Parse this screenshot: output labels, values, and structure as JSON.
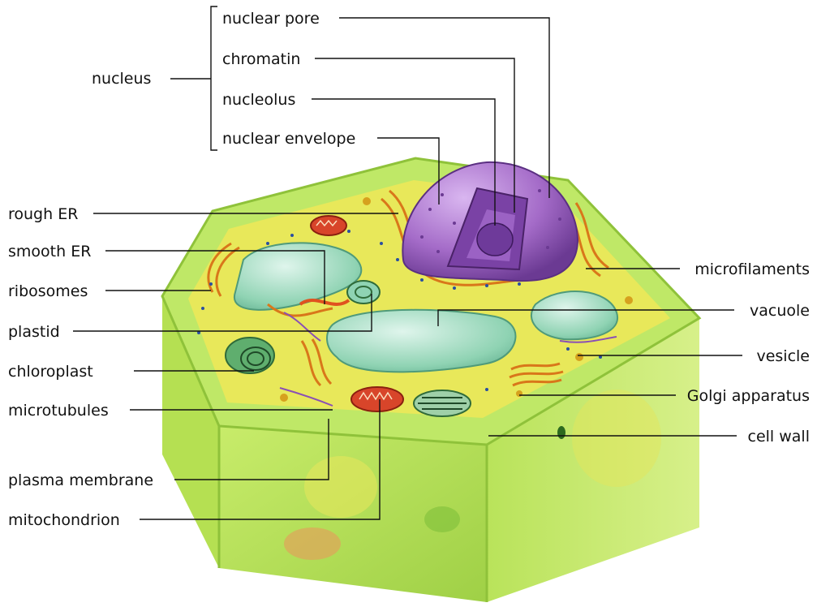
{
  "labels": {
    "nucleus": "nucleus",
    "nuclear_pore": "nuclear pore",
    "chromatin": "chromatin",
    "nucleolus": "nucleolus",
    "nuclear_envelope": "nuclear envelope",
    "rough_er": "rough ER",
    "smooth_er": "smooth ER",
    "ribosomes": "ribosomes",
    "plastid": "plastid",
    "chloroplast": "chloroplast",
    "microtubules": "microtubules",
    "plasma_membrane": "plasma membrane",
    "mitochondrion": "mitochondrion",
    "microfilaments": "microfilaments",
    "vacuole": "vacuole",
    "vesicle": "vesicle",
    "golgi_apparatus": "Golgi apparatus",
    "cell_wall": "cell wall"
  },
  "colors": {
    "cell_wall_light": "#c8ec6a",
    "cell_wall_mid": "#a6d94a",
    "cytoplasm": "#e8e85a",
    "vacuole": "#8fd3b3",
    "nucleus": "#a46bc8",
    "er": "#e8901e",
    "mitochondrion": "#d8452a"
  }
}
